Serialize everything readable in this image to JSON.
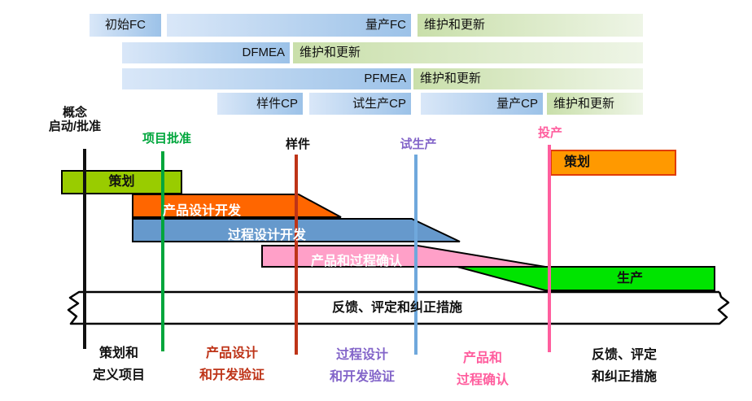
{
  "bars": {
    "initial_fc": "初始FC",
    "volume_fc": "量产FC",
    "maintain": "维护和更新",
    "dfmea": "DFMEA",
    "pfmea": "PFMEA",
    "prototype_cp": "样件CP",
    "pilot_cp": "试生产CP",
    "production_cp": "量产CP"
  },
  "milestones": {
    "concept_line1": "概念",
    "concept_line2": "启动/批准",
    "project_approval": "项目批准",
    "prototype": "样件",
    "pilot": "试生产",
    "launch": "投产"
  },
  "phases": {
    "planning": "策划",
    "product_design": "产品设计开发",
    "process_design": "过程设计开发",
    "validation": "产品和过程确认",
    "production": "生产",
    "planning_right": "策划",
    "feedback": "反馈、评定和纠正措施"
  },
  "bottom_labels": [
    {
      "line1": "策划和",
      "line2": "定义项目"
    },
    {
      "line1": "产品设计",
      "line2": "和开发验证"
    },
    {
      "line1": "过程设计",
      "line2": "和开发验证"
    },
    {
      "line1": "产品和",
      "line2": "过程确认"
    },
    {
      "line1": "反馈、评定",
      "line2": "和纠正措施"
    }
  ],
  "colors": {
    "bar_blue": "#9CC2E8",
    "bar_green": "#C9DFAA",
    "planning_fill": "#99CC00",
    "product_design_fill": "#FF6600",
    "process_design_fill": "#6699CC",
    "validation_fill": "#FFA0C8",
    "production_fill": "#00E400",
    "planning_right_fill": "#FF9900",
    "line_black": "#111111",
    "line_green": "#00A63C",
    "line_red": "#BE3418",
    "line_blue": "#6FA8DC",
    "line_pink": "#FF5E9E",
    "label_purple": "#8365C9"
  }
}
